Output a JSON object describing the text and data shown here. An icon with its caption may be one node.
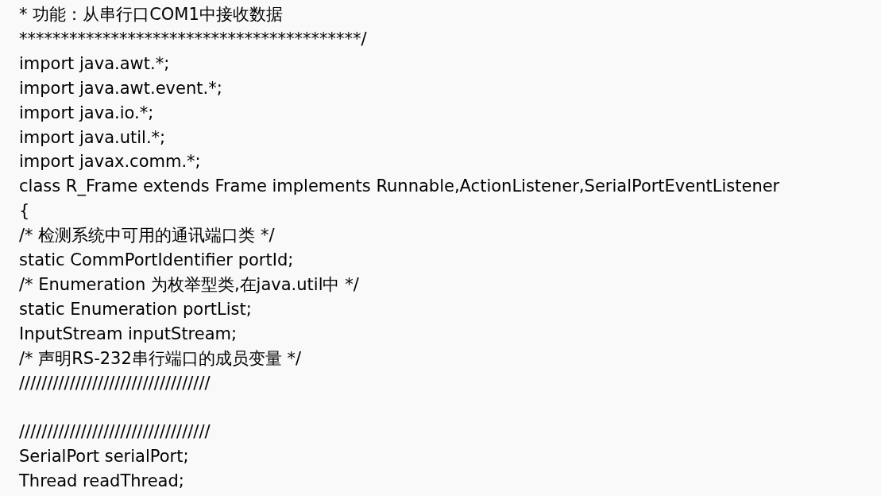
{
  "diagram": {
    "labels": [
      "* 功能：从串行口COM1中接收数据",
      "*****************************************/",
      "import java.awt.*;",
      "import java.awt.event.*;",
      "import java.io.*;",
      "import java.util.*;",
      "import javax.comm.*;",
      "class R_Frame extends Frame implements Runnable,ActionListener,SerialPortEventListener",
      "{",
      "/* 检测系统中可用的通讯端口类 */",
      "static CommPortIdentifier portId;",
      "/* Enumeration 为枚举型类,在java.util中 */",
      "static Enumeration portList;",
      "InputStream inputStream;",
      "/* 声明RS-232串行端口的成员变量 */",
      "//////////////////////////////////",
      "//////////////////////////////////",
      "SerialPort serialPort;",
      "Thread readThread;"
    ]
  }
}
